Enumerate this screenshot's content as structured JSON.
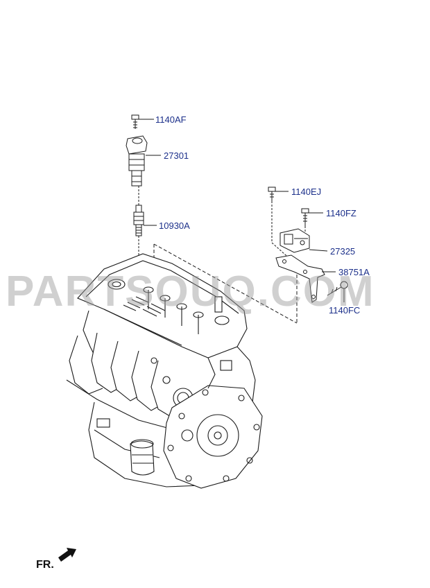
{
  "watermark": "PARTSOUQ.COM",
  "colors": {
    "label": "#1b2f8a",
    "line": "#1a1a1a",
    "watermark": "#969696"
  },
  "parts": [
    {
      "id": "1140AF",
      "label": "1140AF"
    },
    {
      "id": "27301",
      "label": "27301"
    },
    {
      "id": "10930A",
      "label": "10930A"
    },
    {
      "id": "1140EJ",
      "label": "1140EJ"
    },
    {
      "id": "1140FZ",
      "label": "1140FZ"
    },
    {
      "id": "27325",
      "label": "27325"
    },
    {
      "id": "38751A",
      "label": "38751A"
    },
    {
      "id": "1140FC",
      "label": "1140FC"
    }
  ],
  "front_marker": {
    "label": "FR.",
    "icon": "front-arrow-icon"
  }
}
